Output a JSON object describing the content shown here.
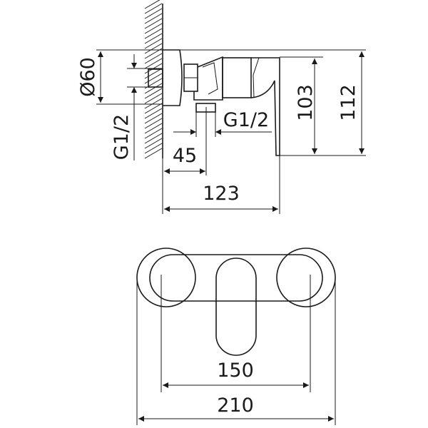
{
  "side_view": {
    "dim_diameter": "Ø60",
    "dim_thread_left": "G1/2",
    "dim_thread_outlet": "G1/2",
    "dim_45": "45",
    "dim_123": "123",
    "dim_103": "103",
    "dim_112": "112"
  },
  "top_view": {
    "dim_150": "150",
    "dim_210": "210"
  },
  "colors": {
    "line": "#1a1a1a",
    "background": "#ffffff"
  }
}
